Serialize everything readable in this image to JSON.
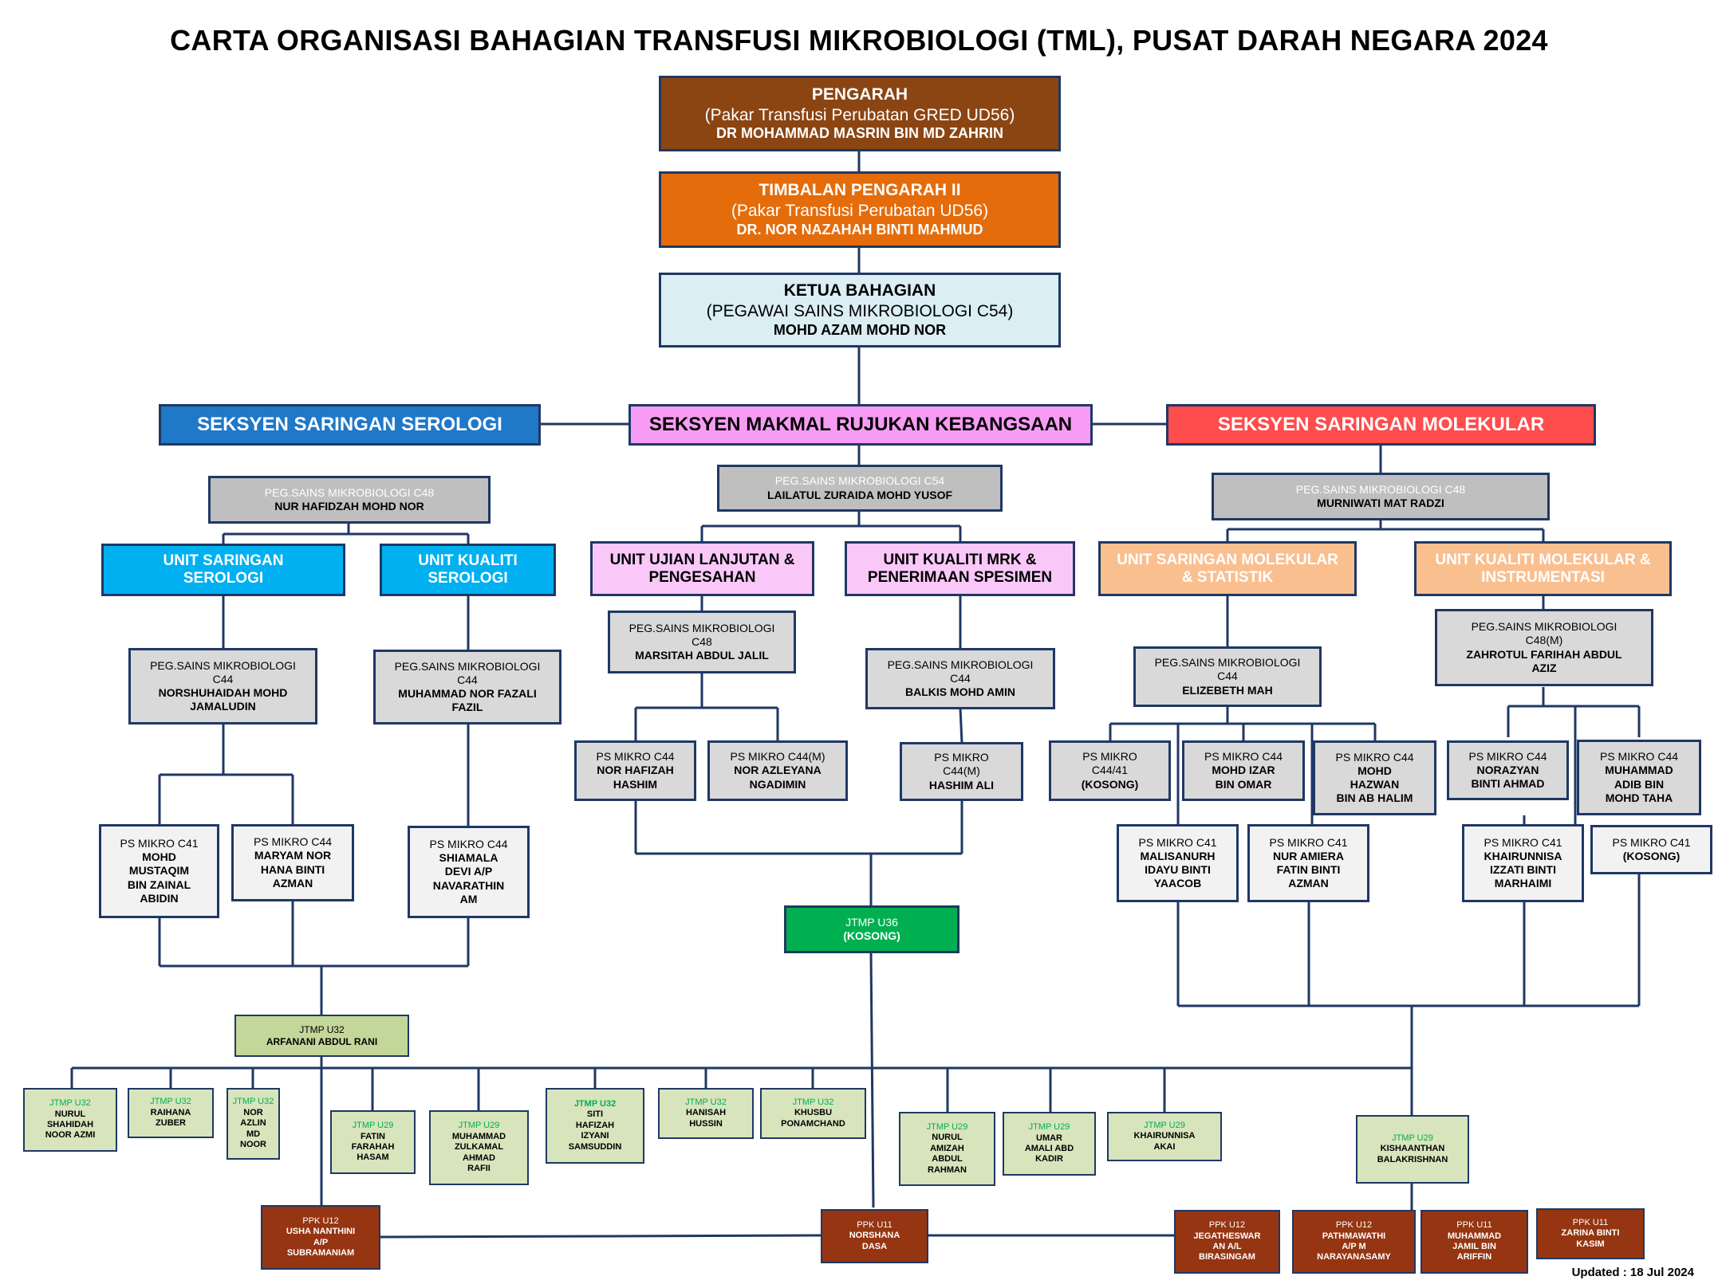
{
  "title": "CARTA ORGANISASI BAHAGIAN TRANSFUSI MIKROBIOLOGI (TML), PUSAT DARAH NEGARA 2024",
  "updated": "Updated :  18 Jul 2024",
  "colors": {
    "line": "#1f3864",
    "pengarah": "#8b4513",
    "timbalan": "#e46c0a",
    "ketua": "#daeef3",
    "serologi": "#1f78c8",
    "makmal": "#f79cf4",
    "molekular": "#ff4c4c",
    "unit_serologi": "#00b0f0",
    "unit_makmal": "#f9c8f9",
    "unit_molekular": "#fabf8f",
    "jtmp_u36": "#00b050",
    "ppk": "#953512",
    "jtmp": "#d8e4bc"
  },
  "top": {
    "pengarah": {
      "title": "PENGARAH",
      "grade": "(Pakar Transfusi Perubatan GRED UD56)",
      "name": "DR MOHAMMAD MASRIN BIN MD ZAHRIN"
    },
    "timbalan": {
      "title": "TIMBALAN PENGARAH II",
      "grade": "(Pakar Transfusi Perubatan UD56)",
      "name": "DR. NOR NAZAHAH BINTI MAHMUD"
    },
    "ketua": {
      "title": "KETUA BAHAGIAN",
      "grade": "(PEGAWAI SAINS MIKROBIOLOGI C54)",
      "name": "MOHD AZAM MOHD NOR"
    }
  },
  "sections": {
    "serologi": "SEKSYEN SARINGAN  SEROLOGI",
    "makmal": "SEKSYEN MAKMAL RUJUKAN KEBANGSAAN",
    "molekular": "SEKSYEN SARINGAN MOLEKULAR"
  },
  "heads": {
    "serologi": {
      "grade": "PEG.SAINS MIKROBIOLOGI C48",
      "name": "NUR HAFIDZAH MOHD NOR"
    },
    "makmal": {
      "grade": "PEG.SAINS MIKROBIOLOGI C54",
      "name": "LAILATUL ZURAIDA MOHD YUSOF"
    },
    "molekular": {
      "grade": "PEG.SAINS MIKROBIOLOGI C48",
      "name": "MURNIWATI MAT RADZI"
    }
  },
  "units": {
    "saringan_serologi": {
      "l1": "UNIT SARINGAN",
      "l2": "SEROLOGI"
    },
    "kualiti_serologi": {
      "l1": "UNIT KUALITI",
      "l2": "SEROLOGI"
    },
    "ujian_lanjutan": {
      "l1": "UNIT UJIAN LANJUTAN &",
      "l2": "PENGESAHAN"
    },
    "kualiti_mrk": {
      "l1": "UNIT KUALITI MRK &",
      "l2": "PENERIMAAN SPESIMEN"
    },
    "saringan_molekular": {
      "l1": "UNIT SARINGAN MOLEKULAR",
      "l2": "& STATISTIK"
    },
    "kualiti_molekular": {
      "l1": "UNIT KUALITI MOLEKULAR &",
      "l2": "INSTRUMENTASI"
    }
  },
  "officers": {
    "norshuhaidah": {
      "g1": "PEG.SAINS MIKROBIOLOGI",
      "g2": "C44",
      "n1": "NORSHUHAIDAH MOHD",
      "n2": "JAMALUDIN"
    },
    "fazali": {
      "g1": "PEG.SAINS MIKROBIOLOGI",
      "g2": "C44",
      "n1": "MUHAMMAD NOR FAZALI",
      "n2": "FAZIL"
    },
    "marsitah": {
      "g1": "PEG.SAINS MIKROBIOLOGI",
      "g2": "C48",
      "n1": "MARSITAH ABDUL JALIL"
    },
    "balkis": {
      "g1": "PEG.SAINS MIKROBIOLOGI",
      "g2": "C44",
      "n1": "BALKIS MOHD AMIN"
    },
    "elizebeth": {
      "g1": "PEG.SAINS MIKROBIOLOGI",
      "g2": "C44",
      "n1": "ELIZEBETH MAH"
    },
    "zahrotul": {
      "g1": "PEG.SAINS MIKROBIOLOGI",
      "g2": "C48(M)",
      "n1": "ZAHROTUL FARIHAH ABDUL",
      "n2": "AZIZ"
    }
  },
  "ps": {
    "hafizah": {
      "g1": "PS MIKRO C44",
      "n1": "NOR HAFIZAH",
      "n2": "HASHIM"
    },
    "azleyana": {
      "g1": "PS MIKRO C44(M)",
      "n1": "NOR AZLEYANA",
      "n2": "NGADIMIN"
    },
    "hashimali": {
      "g1": "PS MIKRO",
      "g2": "C44(M)",
      "n1": "HASHIM ALI"
    },
    "kosong1": {
      "g1": "PS MIKRO",
      "g2": "C44/41",
      "n1": "(KOSONG)"
    },
    "izar": {
      "g1": "PS MIKRO C44",
      "n1": "MOHD IZAR",
      "n2": "BIN OMAR"
    },
    "hazwan": {
      "g1": "PS MIKRO C44",
      "n1": "MOHD",
      "n2": "HAZWAN",
      "n3": "BIN AB HALIM"
    },
    "norazyan": {
      "g1": "PS MIKRO C44",
      "n1": "NORAZYAN",
      "n2": "BINTI AHMAD"
    },
    "adib": {
      "g1": "PS MIKRO C44",
      "n1": "MUHAMMAD",
      "n2": "ADIB BIN",
      "n3": "MOHD TAHA"
    },
    "malisanurh": {
      "g1": "PS MIKRO C41",
      "n1": "MALISANURH",
      "n2": "IDAYU BINTI",
      "n3": "YAACOB"
    },
    "amiera": {
      "g1": "PS MIKRO C41",
      "n1": "NUR AMIERA",
      "n2": "FATIN BINTI",
      "n3": "AZMAN"
    },
    "khairunnisa": {
      "g1": "PS MIKRO C41",
      "n1": "KHAIRUNNISA",
      "n2": "IZZATI BINTI",
      "n3": "MARHAIMI"
    },
    "kosong2": {
      "g1": "PS MIKRO C41",
      "n1": "(KOSONG)"
    },
    "mustaqim": {
      "g1": "PS MIKRO C41",
      "n1": "MOHD",
      "n2": "MUSTAQIM",
      "n3": "BIN ZAINAL",
      "n4": "ABIDIN"
    },
    "maryam": {
      "g1": "PS MIKRO C44",
      "n1": "MARYAM NOR",
      "n2": "HANA BINTI",
      "n3": "AZMAN"
    },
    "shiamala": {
      "g1": "PS MIKRO C44",
      "n1": "SHIAMALA",
      "n2": "DEVI A/P",
      "n3": "NAVARATHIN",
      "n4": "AM"
    }
  },
  "jtmp_u36": {
    "g1": "JTMP U36",
    "n1": "(KOSONG)"
  },
  "jtmp_u32_head": {
    "g1": "JTMP U32",
    "n1": "ARFANANI ABDUL RANI"
  },
  "jtmp": [
    {
      "g": "JTMP U32",
      "n": [
        "NURUL",
        "SHAHIDAH",
        "NOOR AZMI"
      ]
    },
    {
      "g": "JTMP U32",
      "n": [
        "RAIHANA",
        "ZUBER"
      ]
    },
    {
      "g": "JTMP U32",
      "n": [
        "NOR",
        "AZLIN",
        "MD",
        "NOOR"
      ]
    },
    {
      "g": "JTMP U29",
      "n": [
        "FATIN",
        "FARAHAH",
        "HASAM"
      ]
    },
    {
      "g": "JTMP U29",
      "n": [
        "MUHAMMAD",
        "ZULKAMAL",
        "AHMAD",
        "RAFII"
      ]
    },
    {
      "g": "JTMP U32",
      "n": [
        "SITI",
        "HAFIZAH",
        "IZYANI",
        "SAMSUDDIN"
      ]
    },
    {
      "g": "JTMP U32",
      "n": [
        "HANISAH",
        "HUSSIN"
      ]
    },
    {
      "g": "JTMP U32",
      "n": [
        "KHUSBU",
        "PONAMCHAND"
      ]
    },
    {
      "g": "JTMP U29",
      "n": [
        "NURUL",
        "AMIZAH",
        "ABDUL",
        "RAHMAN"
      ]
    },
    {
      "g": "JTMP U29",
      "n": [
        "UMAR",
        "AMALI ABD",
        "KADIR"
      ]
    },
    {
      "g": "JTMP U29",
      "n": [
        "KHAIRUNNISA",
        "AKAI"
      ]
    },
    {
      "g": "JTMP U29",
      "n": [
        "KISHAANTHAN",
        "BALAKRISHNAN"
      ]
    }
  ],
  "ppk": [
    {
      "g": "PPK U12",
      "n": [
        "USHA NANTHINI",
        "A/P",
        "SUBRAMANIAM"
      ]
    },
    {
      "g": "PPK U11",
      "n": [
        "NORSHANA",
        "DASA"
      ]
    },
    {
      "g": "PPK U12",
      "n": [
        "JEGATHESWAR",
        "AN A/L",
        "BIRASINGAM"
      ]
    },
    {
      "g": "PPK U12",
      "n": [
        "PATHMAWATHI",
        "A/P M",
        "NARAYANASAMY"
      ]
    },
    {
      "g": "PPK U11",
      "n": [
        "MUHAMMAD",
        "JAMIL BIN",
        "ARIFFIN"
      ]
    },
    {
      "g": "PPK U11",
      "n": [
        "ZARINA BINTI",
        "KASIM"
      ]
    }
  ]
}
